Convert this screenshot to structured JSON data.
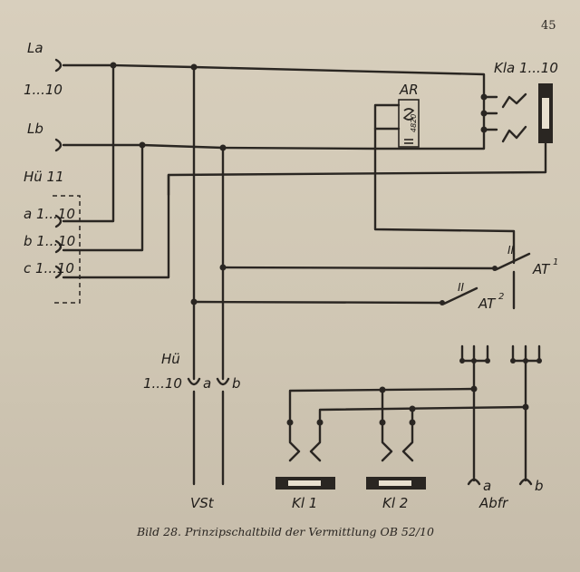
{
  "page_number": "45",
  "labels": {
    "la": "La",
    "range_1_10": "1...10",
    "lb": "Lb",
    "hu11": "Hü 11",
    "a_1_10": "a 1...10",
    "b_1_10": "b 1...10",
    "c_1_10": "c 1...10",
    "ar": "AR",
    "kla": "Kla 1...10",
    "ar_winding": "4820",
    "at1": "AT",
    "at1_sup": "1",
    "at2": "AT",
    "at2_sup": "2",
    "roman_ii_1": "II",
    "roman_ii_2": "II",
    "hu_bottom": "Hü",
    "hu_bottom_range": "1...10",
    "hu_a": "a",
    "hu_b": "b",
    "vst": "VSt",
    "kl1": "Kl 1",
    "kl2": "Kl 2",
    "abfr_a": "a",
    "abfr_b": "b",
    "abfr": "Abfr"
  },
  "caption": "Bild 28. Prinzipschaltbild der Vermittlung OB 52/10"
}
